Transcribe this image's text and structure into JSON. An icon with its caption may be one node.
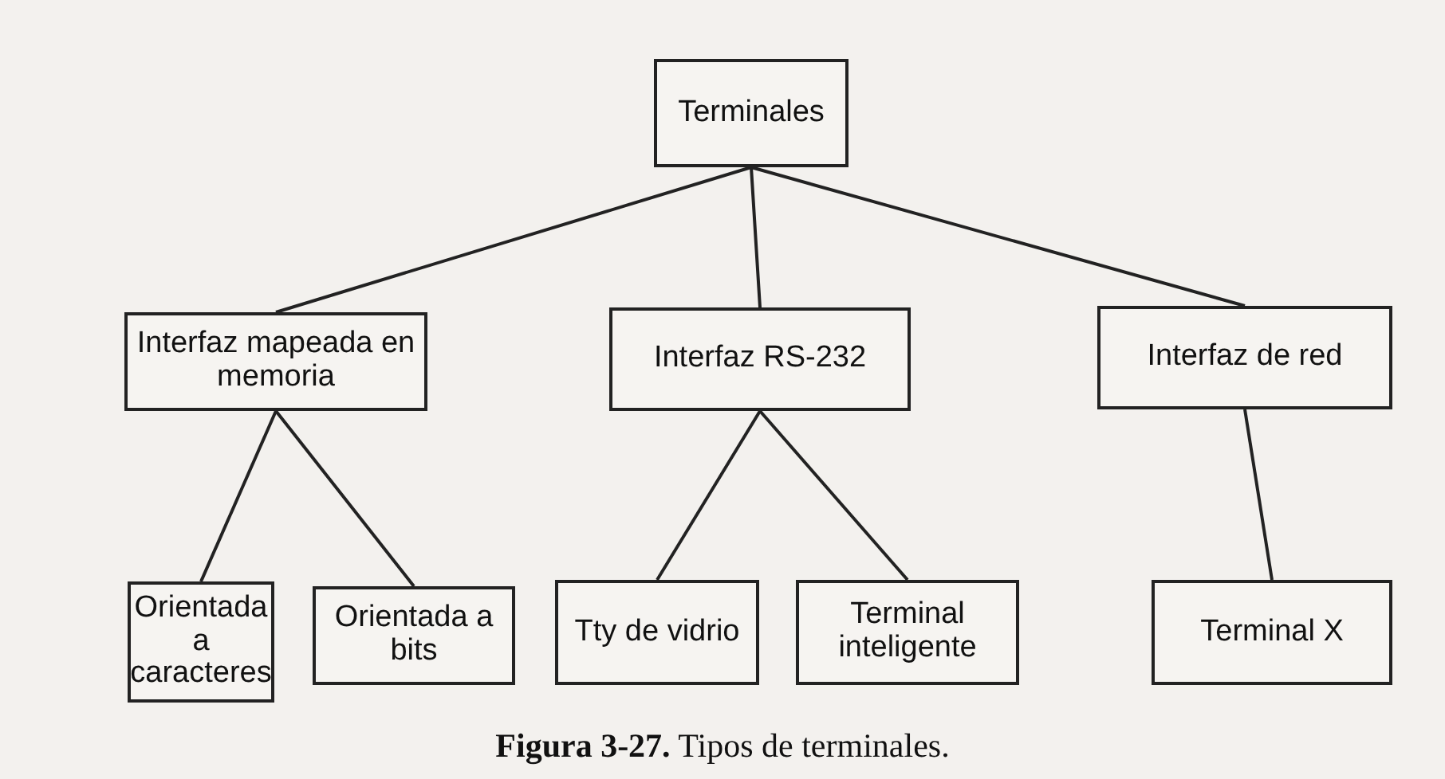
{
  "diagram": {
    "caption": "**Figura 3-27.** Tipos de terminales.",
    "nodes": [
      {
        "text": [
          "Terminales"
        ]
      },
      {
        "text": [
          "Interfaz mapeada en memoria"
        ]
      },
      {
        "text": [
          "Interfaz RS-232"
        ]
      },
      {
        "text": [
          "Interfaz de red"
        ]
      },
      {
        "text": [
          "Orientada a caracteres"
        ]
      },
      {
        "text": [
          "Orientada a bits"
        ]
      },
      {
        "text": [
          "Tty de vidrio"
        ]
      },
      {
        "text": [
          "Terminal inteligente"
        ]
      },
      {
        "text": [
          "Terminal X"
        ]
      }
    ],
    "edges": [
      {
        "from": 0,
        "to": 1,
        "arrow": "none"
      },
      {
        "from": 0,
        "to": 2,
        "arrow": "none"
      },
      {
        "from": 0,
        "to": 3,
        "arrow": "none"
      },
      {
        "from": 1,
        "to": 4,
        "arrow": "none"
      },
      {
        "from": 1,
        "to": 5,
        "arrow": "none"
      },
      {
        "from": 2,
        "to": 6,
        "arrow": "none"
      },
      {
        "from": 2,
        "to": 7,
        "arrow": "none"
      },
      {
        "from": 3,
        "to": 8,
        "arrow": "none"
      }
    ]
  }
}
